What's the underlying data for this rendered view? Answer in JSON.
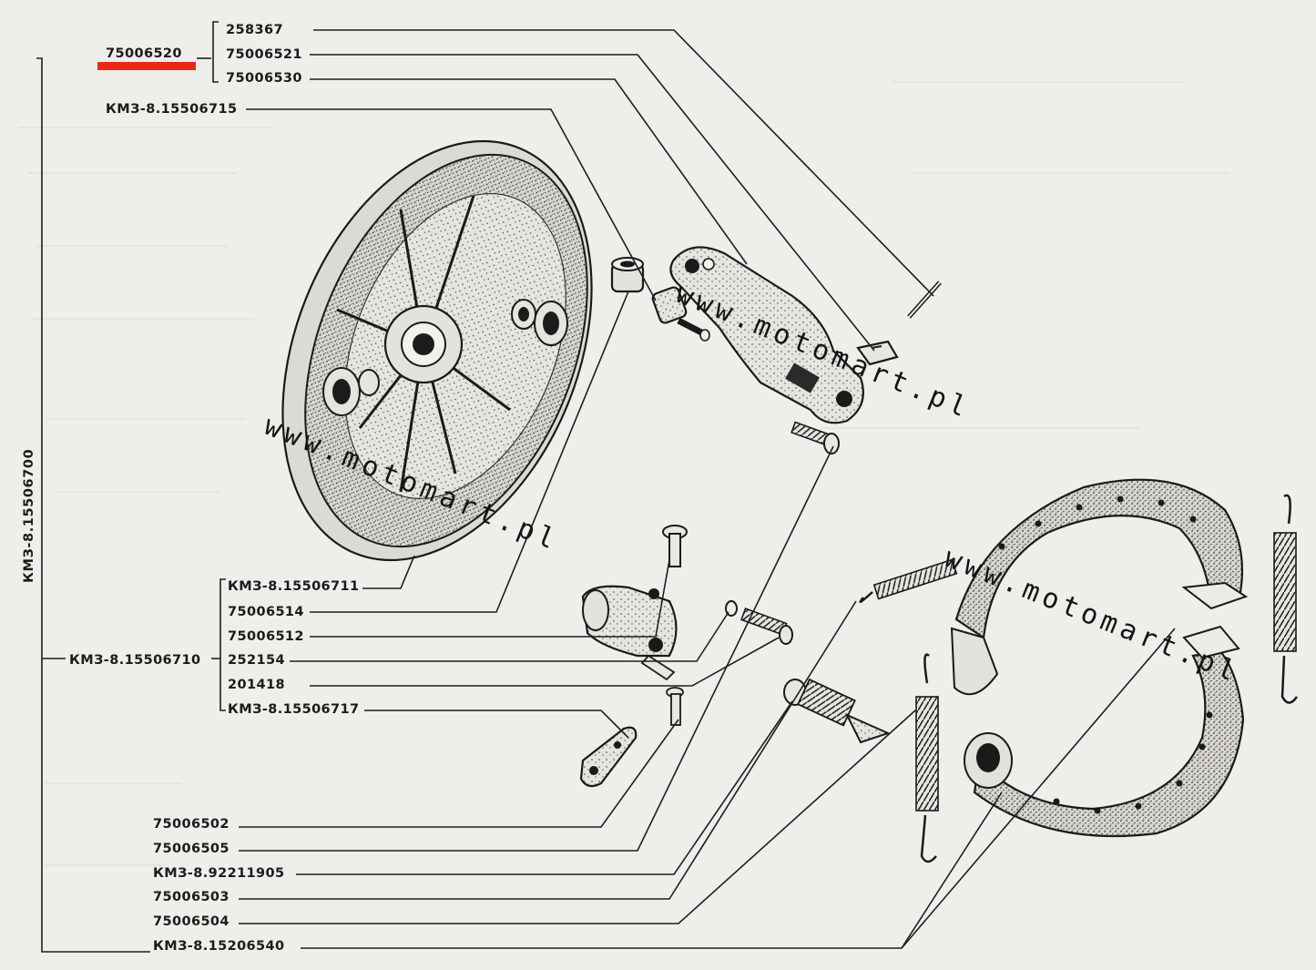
{
  "highlight_color": "#e8281c",
  "ink_color": "#1e1e1e",
  "paper_color": "#eeeeea",
  "labels": {
    "top_assembly": "75006520",
    "top_1": "258367",
    "top_2": "75006521",
    "top_3": "75006530",
    "backplate": "КМЗ-8.15506715",
    "main_assembly": "КМЗ-8.15506700",
    "lever_assembly": "КМЗ-8.15506710",
    "lever_1": "КМЗ-8.15506711",
    "lever_2": "75006514",
    "lever_3": "75006512",
    "lever_4": "252154",
    "lever_5": "201418",
    "lever_6": "КМЗ-8.15506717",
    "bottom_1": "75006502",
    "bottom_2": "75006505",
    "bottom_3": "КМЗ-8.92211905",
    "bottom_4": "75006503",
    "bottom_5": "75006504",
    "bottom_6": "КМЗ-8.15206540"
  },
  "watermarks": {
    "wm1": "www.motomart.pl",
    "wm2": "www.motomart.pl",
    "wm3": "www.motomart.pl"
  }
}
